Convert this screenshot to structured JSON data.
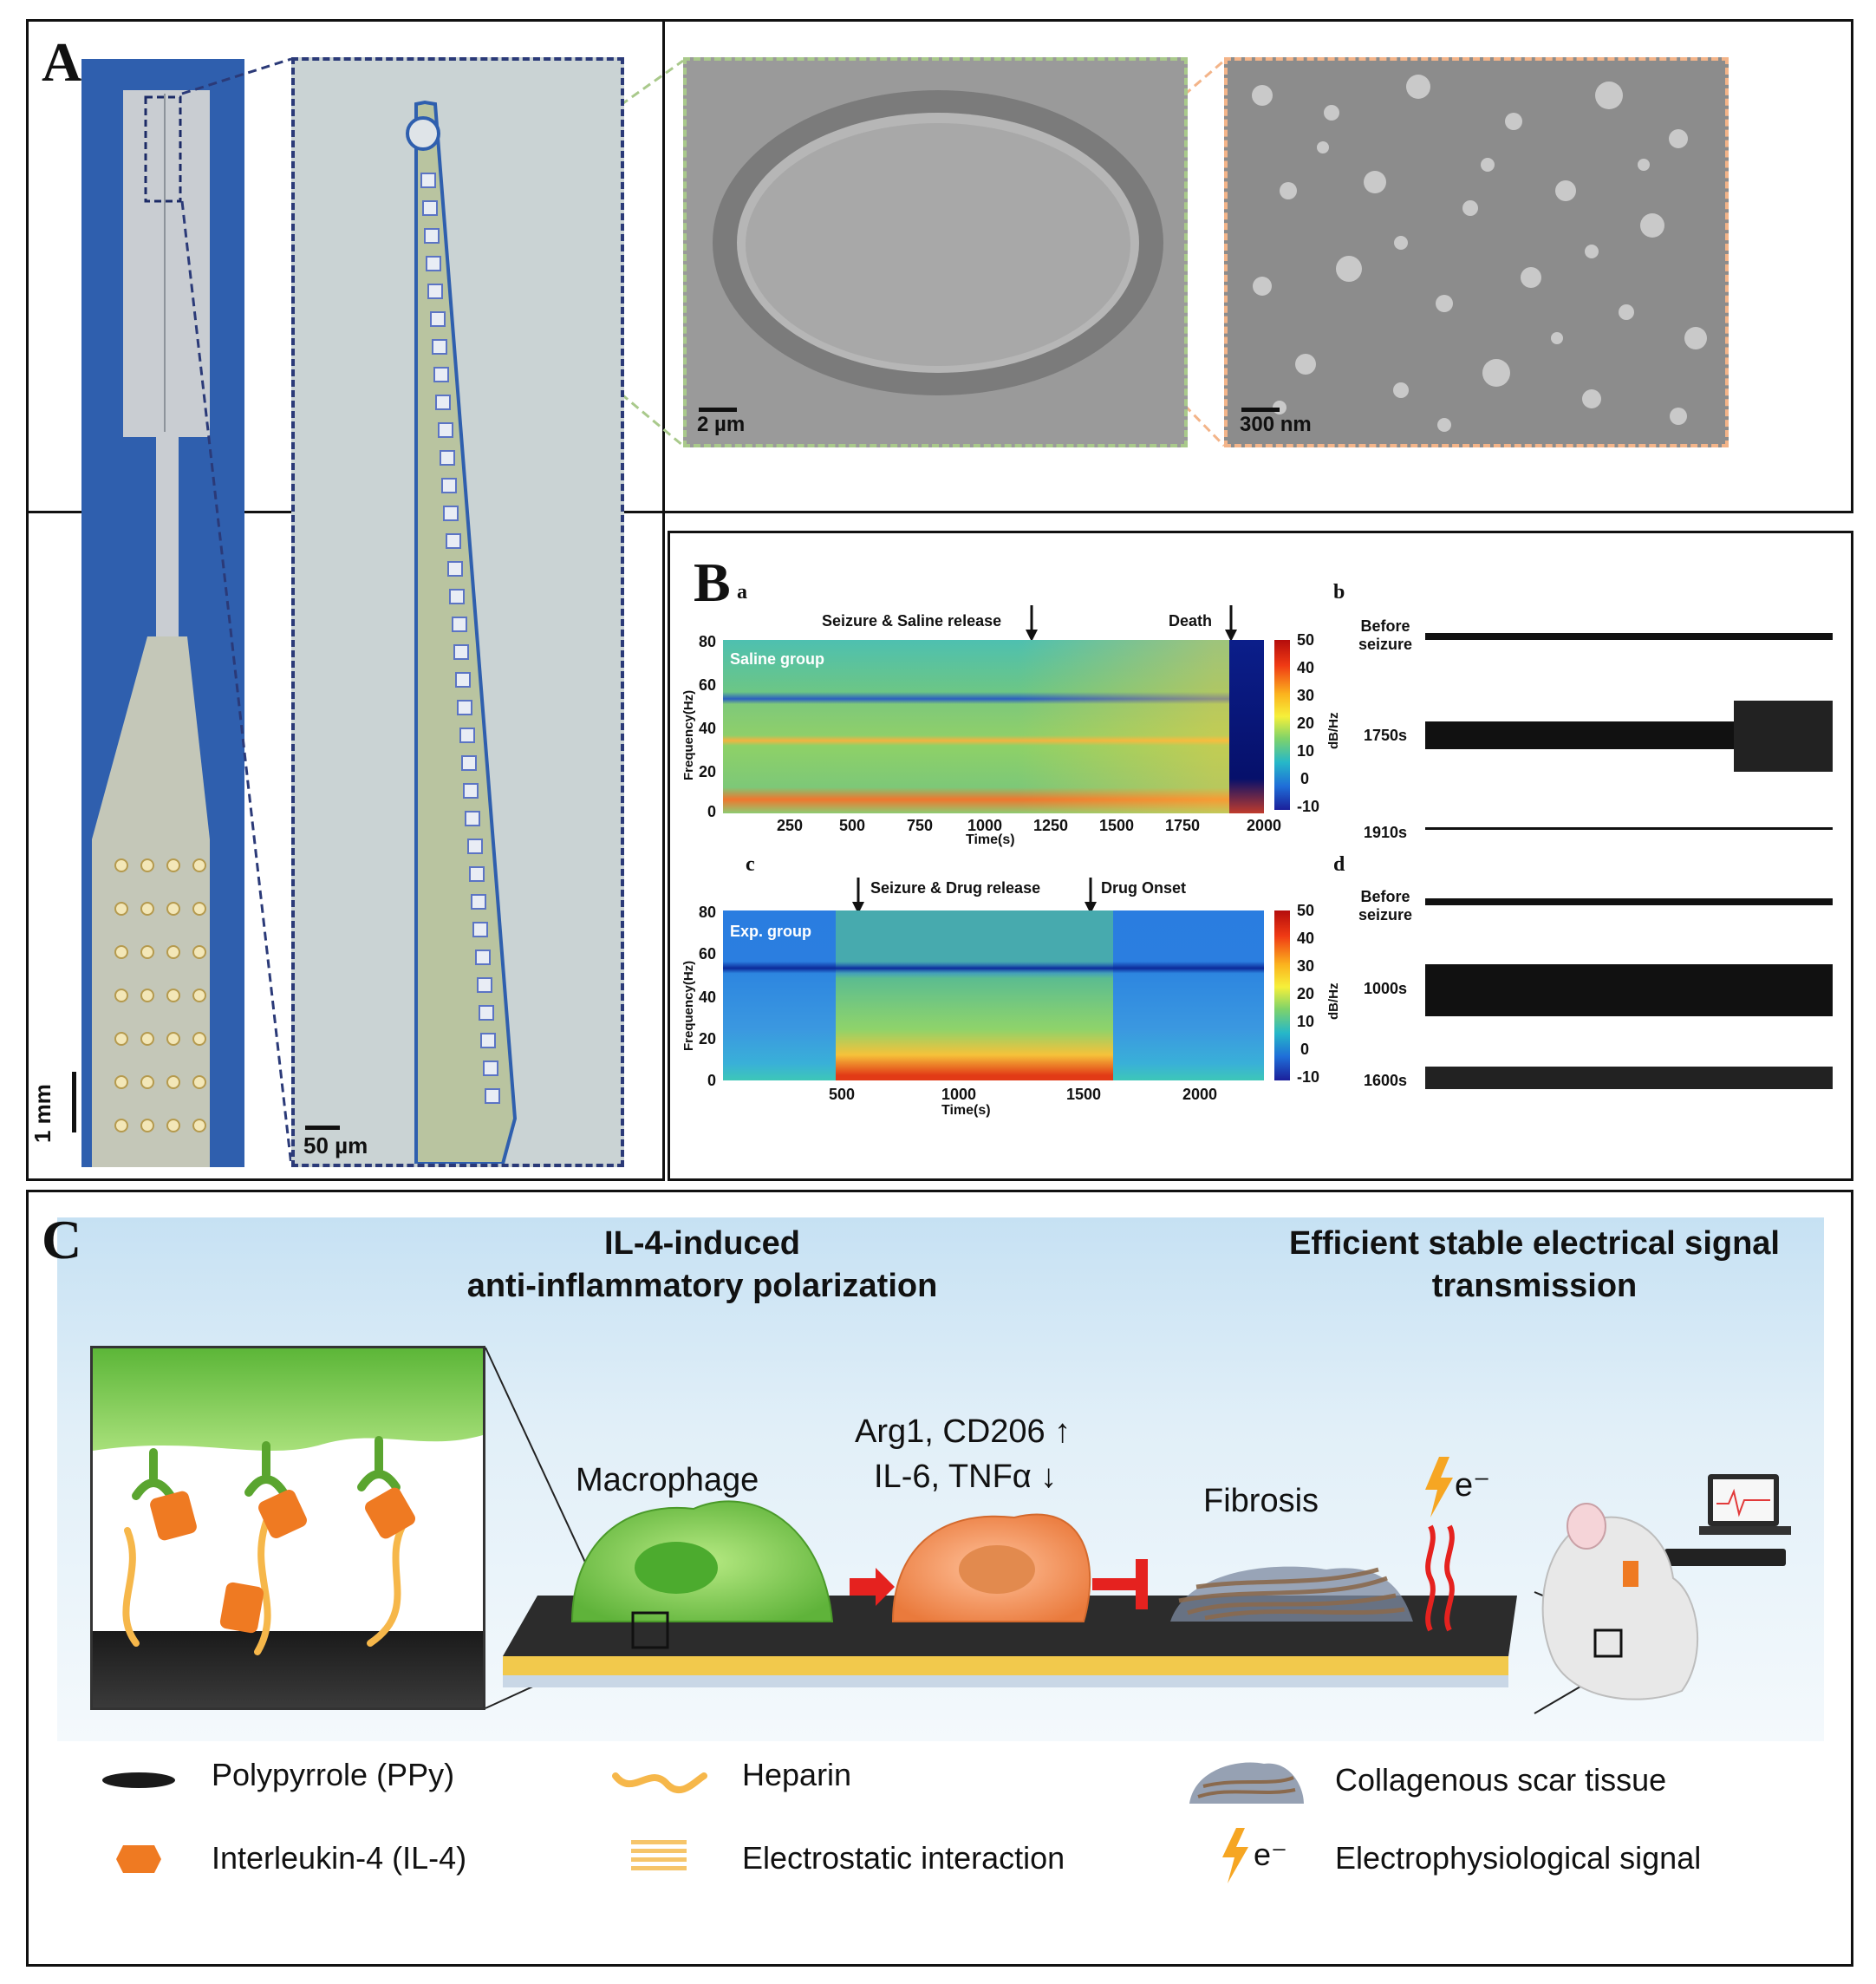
{
  "panels": {
    "A": {
      "letter": "A",
      "scale_1mm": "1 mm",
      "scale_50um": "50 µm",
      "scale_2um": "2 µm",
      "scale_300nm": "300 nm"
    },
    "B": {
      "letter": "B",
      "sub_a": "a",
      "sub_b": "b",
      "sub_c": "c",
      "sub_d": "d",
      "top_spec": {
        "annot1": "Seizure & Saline release",
        "annot2": "Death",
        "group": "Saline group",
        "ylabel": "Frequency(Hz)",
        "xlabel": "Time(s)",
        "cbar_label": "dB/Hz",
        "xticks": [
          "250",
          "500",
          "750",
          "1000",
          "1250",
          "1500",
          "1750",
          "2000"
        ],
        "yticks": [
          "0",
          "20",
          "40",
          "60",
          "80"
        ],
        "cticks": [
          "50",
          "40",
          "30",
          "20",
          "10",
          "0",
          "-10"
        ]
      },
      "bottom_spec": {
        "annot1": "Seizure & Drug release",
        "annot2": "Drug Onset",
        "group": "Exp. group",
        "ylabel": "Frequency(Hz)",
        "xlabel": "Time(s)",
        "cbar_label": "dB/Hz",
        "xticks": [
          "500",
          "1000",
          "1500",
          "2000"
        ],
        "yticks": [
          "0",
          "20",
          "40",
          "60",
          "80"
        ],
        "cticks": [
          "50",
          "40",
          "30",
          "20",
          "10",
          "0",
          "-10"
        ]
      },
      "traces_b": [
        "Before seizure",
        "1750s",
        "1910s"
      ],
      "traces_d": [
        "Before seizure",
        "1000s",
        "1600s"
      ]
    },
    "C": {
      "letter": "C",
      "title_left_line1": "IL-4-induced",
      "title_left_line2": "anti-inflammatory polarization",
      "title_right_line1": "Efficient stable electrical signal",
      "title_right_line2": "transmission",
      "macrophage": "Macrophage",
      "markers_up": "Arg1, CD206 ↑",
      "markers_down": "IL-6, TNFα ↓",
      "fibrosis": "Fibrosis",
      "electron": "e⁻",
      "legend": {
        "ppy": "Polypyrrole  (PPy)",
        "il4": "Interleukin-4 (IL-4)",
        "heparin": "Heparin",
        "electrostatic": "Electrostatic interaction",
        "scar": "Collagenous scar tissue",
        "signal": "Electrophysiological signal",
        "signal_symbol": "e⁻"
      }
    }
  },
  "colors": {
    "navy": "#2b3a78",
    "probe_blue": "#2f5fae",
    "cell_green": "#7dc64a",
    "cell_orange": "#f0955d",
    "ppy_dark": "#2a2a2a",
    "gold": "#f2c94c",
    "arrow_red": "#e5221f"
  }
}
